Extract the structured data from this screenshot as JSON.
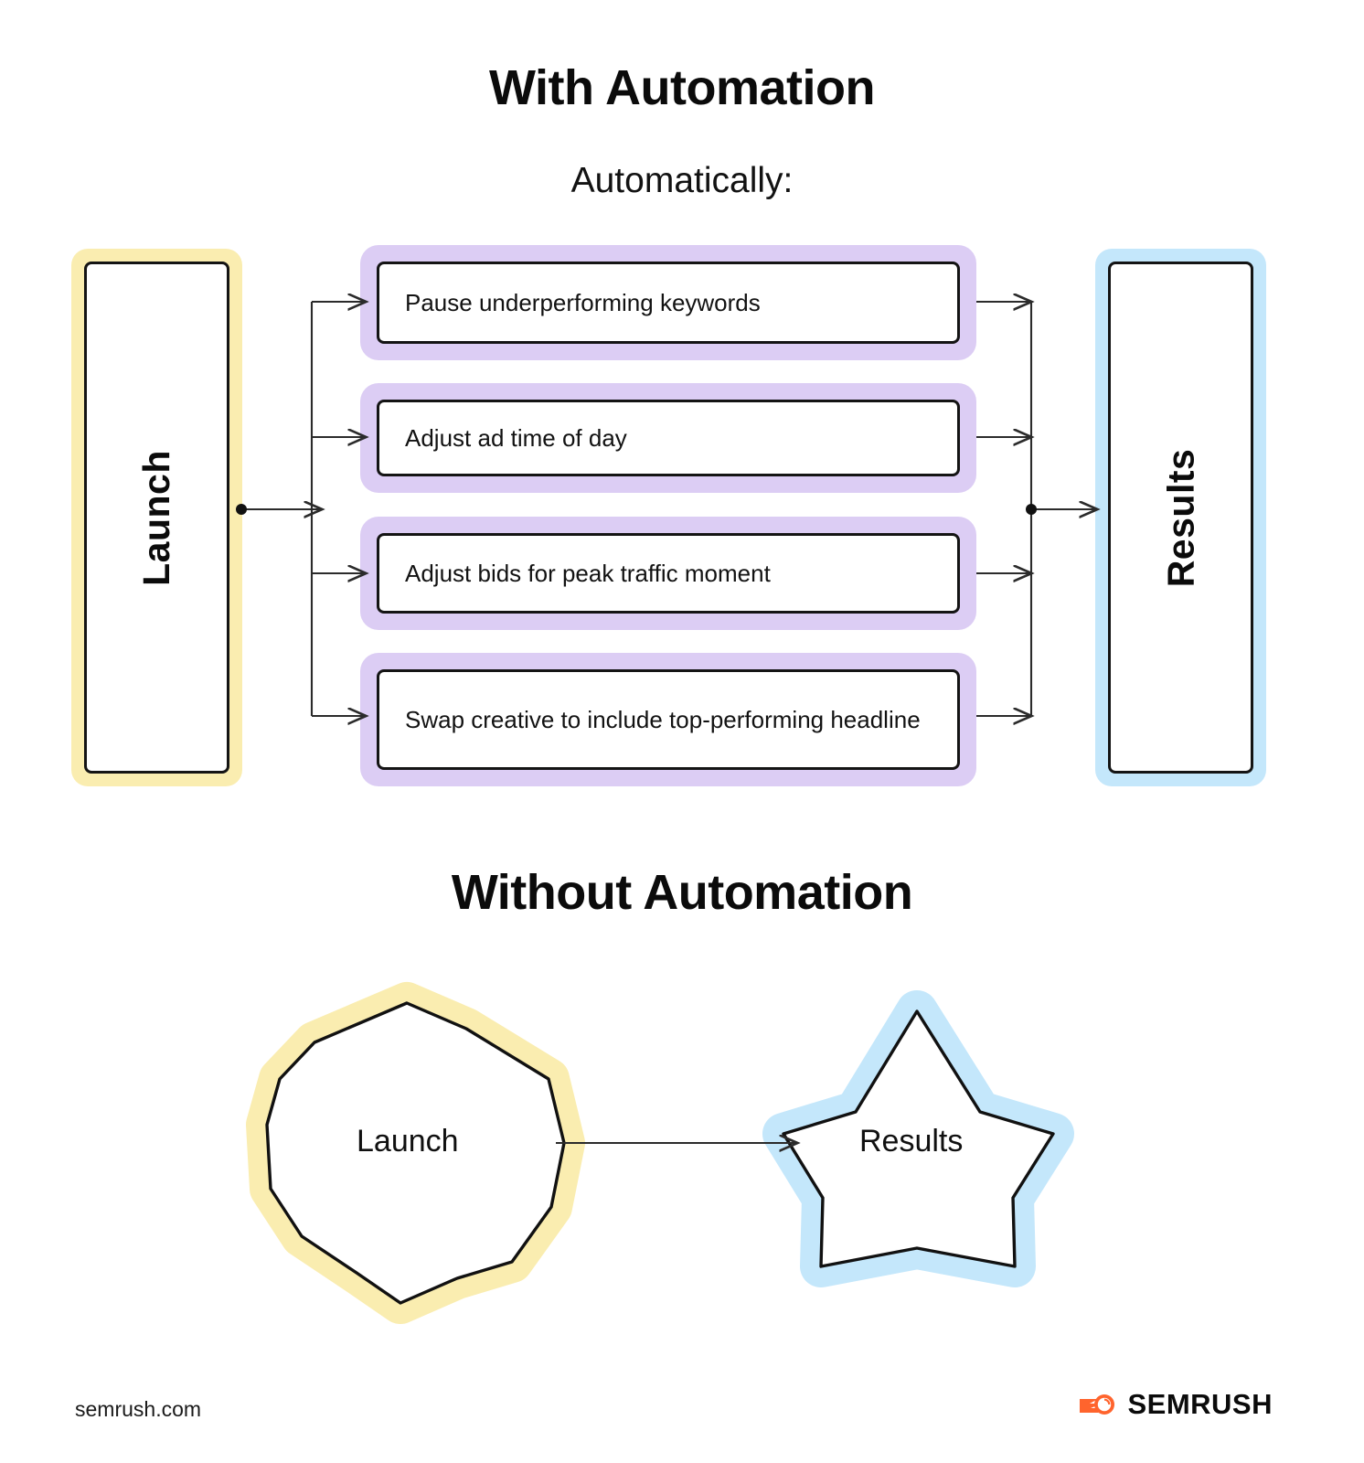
{
  "sections": {
    "with": {
      "title": "With Automation",
      "subtitle": "Automatically:",
      "start_node": {
        "label": "Launch"
      },
      "end_node": {
        "label": "Results"
      },
      "actions": [
        {
          "label": "Pause underperforming keywords"
        },
        {
          "label": "Adjust ad time of day"
        },
        {
          "label": "Adjust bids for peak traffic moment"
        },
        {
          "label": "Swap creative to include top-performing headline"
        }
      ]
    },
    "without": {
      "title": "Without Automation",
      "start_shape": {
        "label": "Launch",
        "shape": "blob"
      },
      "end_shape": {
        "label": "Results",
        "shape": "star-pentagon"
      }
    }
  },
  "footer": {
    "url": "semrush.com",
    "brand": "SEMRUSH",
    "logo_icon": "semrush-comet-icon"
  },
  "colors": {
    "launch_accent": "#FAEDB0",
    "results_accent": "#C4E7FB",
    "action_accent": "#DCCDF4",
    "outline": "#141414",
    "brand_orange": "#FF642D",
    "background": "#FFFFFF"
  }
}
